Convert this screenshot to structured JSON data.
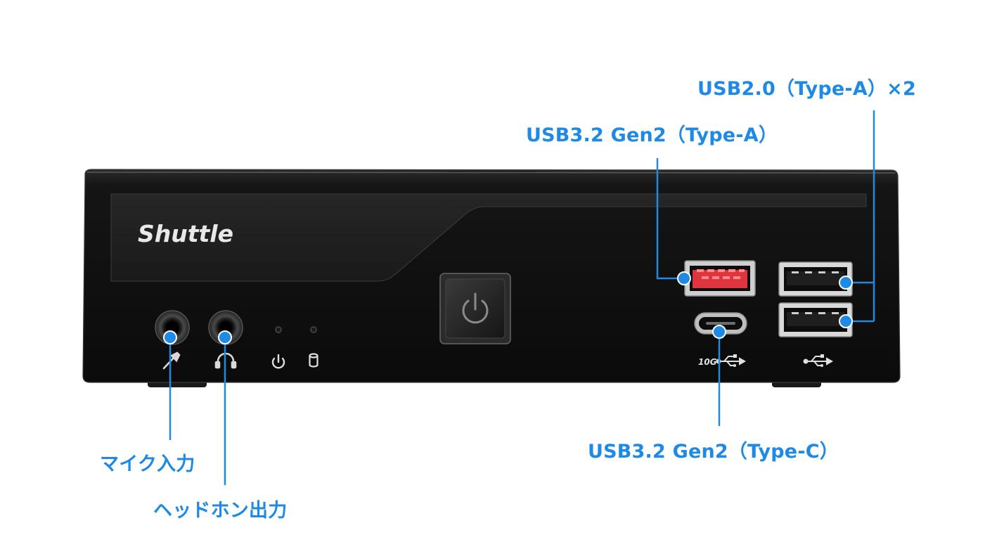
{
  "device": {
    "brand": "Shuttle",
    "port_markings": {
      "usb_c_speed": "10G"
    }
  },
  "callouts": {
    "usb2_typea": "USB2.0（Type-A）×2",
    "usb32_typea": "USB3.2 Gen2（Type-A）",
    "usb32_typec": "USB3.2 Gen2（Type-C）",
    "mic_in": "マイク入力",
    "headphone_out": "ヘッドホン出力"
  },
  "colors": {
    "callout": "#1e8ae6",
    "chassis": "#111111",
    "usb32_port": "#e0353f"
  },
  "icons": [
    "microphone-icon",
    "headphone-icon",
    "power-icon",
    "hdd-icon",
    "usb-icon",
    "power-button-icon"
  ]
}
